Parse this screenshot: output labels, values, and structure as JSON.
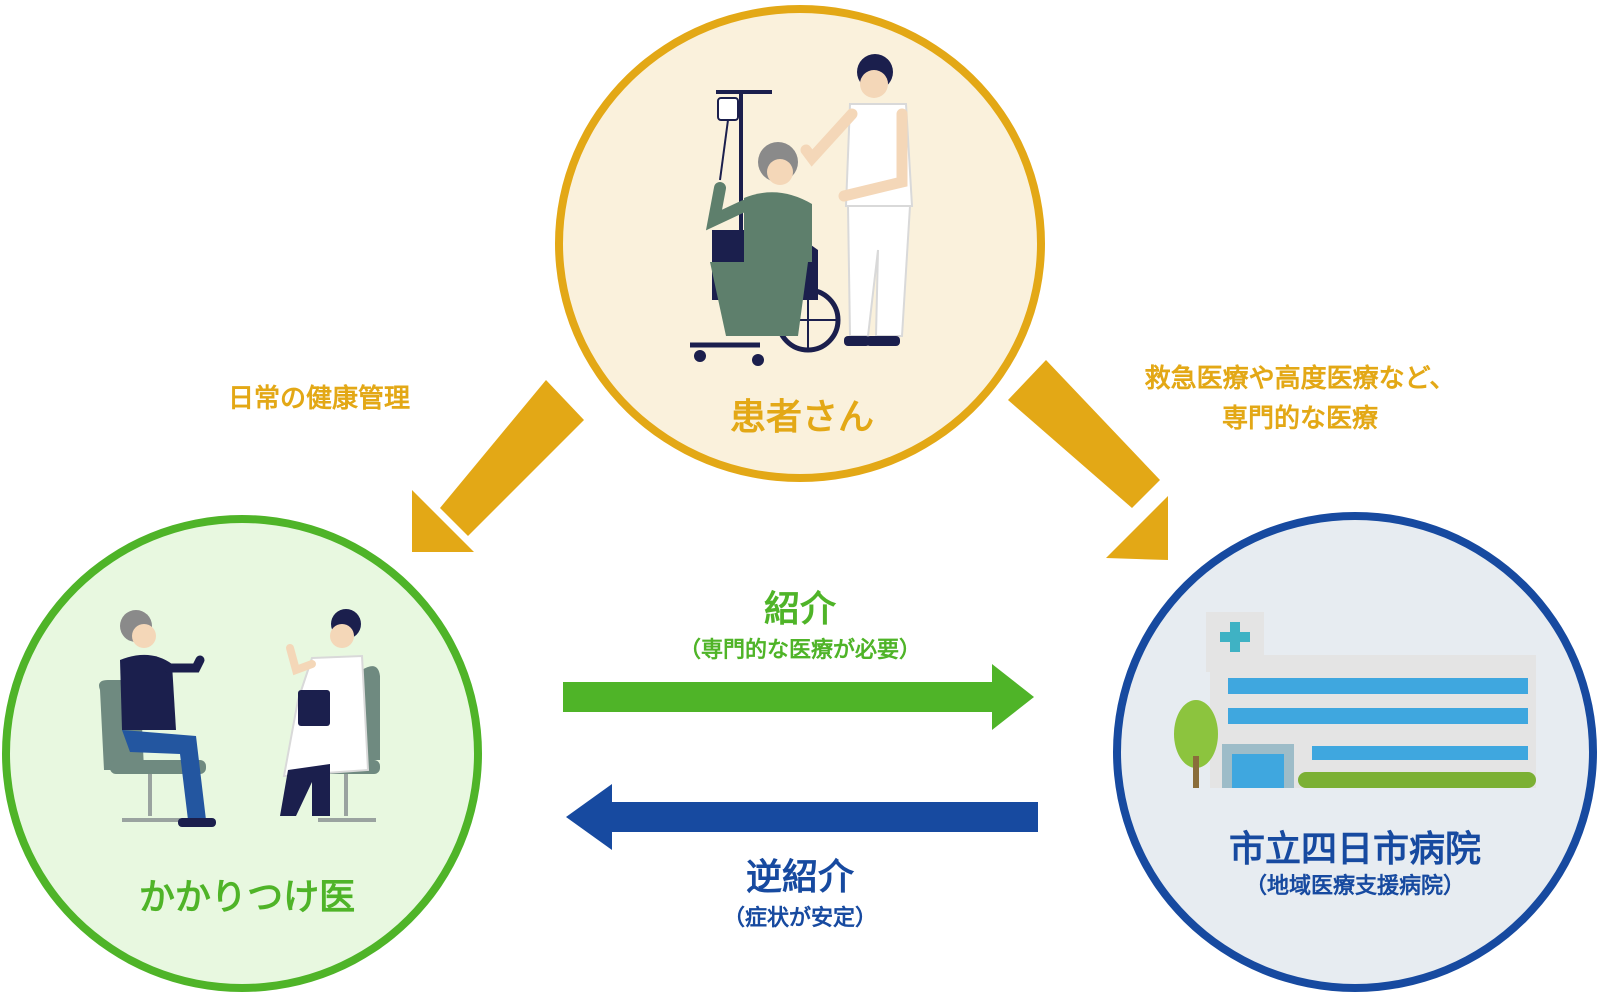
{
  "nodes": {
    "patient": {
      "label": "患者さん"
    },
    "clinic": {
      "label": "かかりつけ医"
    },
    "hospital": {
      "label": "市立四日市病院",
      "sublabel": "（地域医療支援病院）"
    }
  },
  "edges": {
    "patient_to_clinic": {
      "label": "日常の健康管理"
    },
    "patient_to_hospital": {
      "line1": "救急医療や高度医療など、",
      "line2": "専門的な医療"
    },
    "referral": {
      "label": "紹介",
      "sublabel": "（専門的な医療が必要）"
    },
    "reverse_referral": {
      "label": "逆紹介",
      "sublabel": "（症状が安定）"
    }
  },
  "colors": {
    "patient": "#e3a816",
    "clinic": "#4fb428",
    "hospital": "#174aa0"
  },
  "icons": {
    "patient": "wheelchair-patient-with-nurse-icon",
    "clinic": "doctor-consultation-icon",
    "hospital": "hospital-building-icon"
  }
}
